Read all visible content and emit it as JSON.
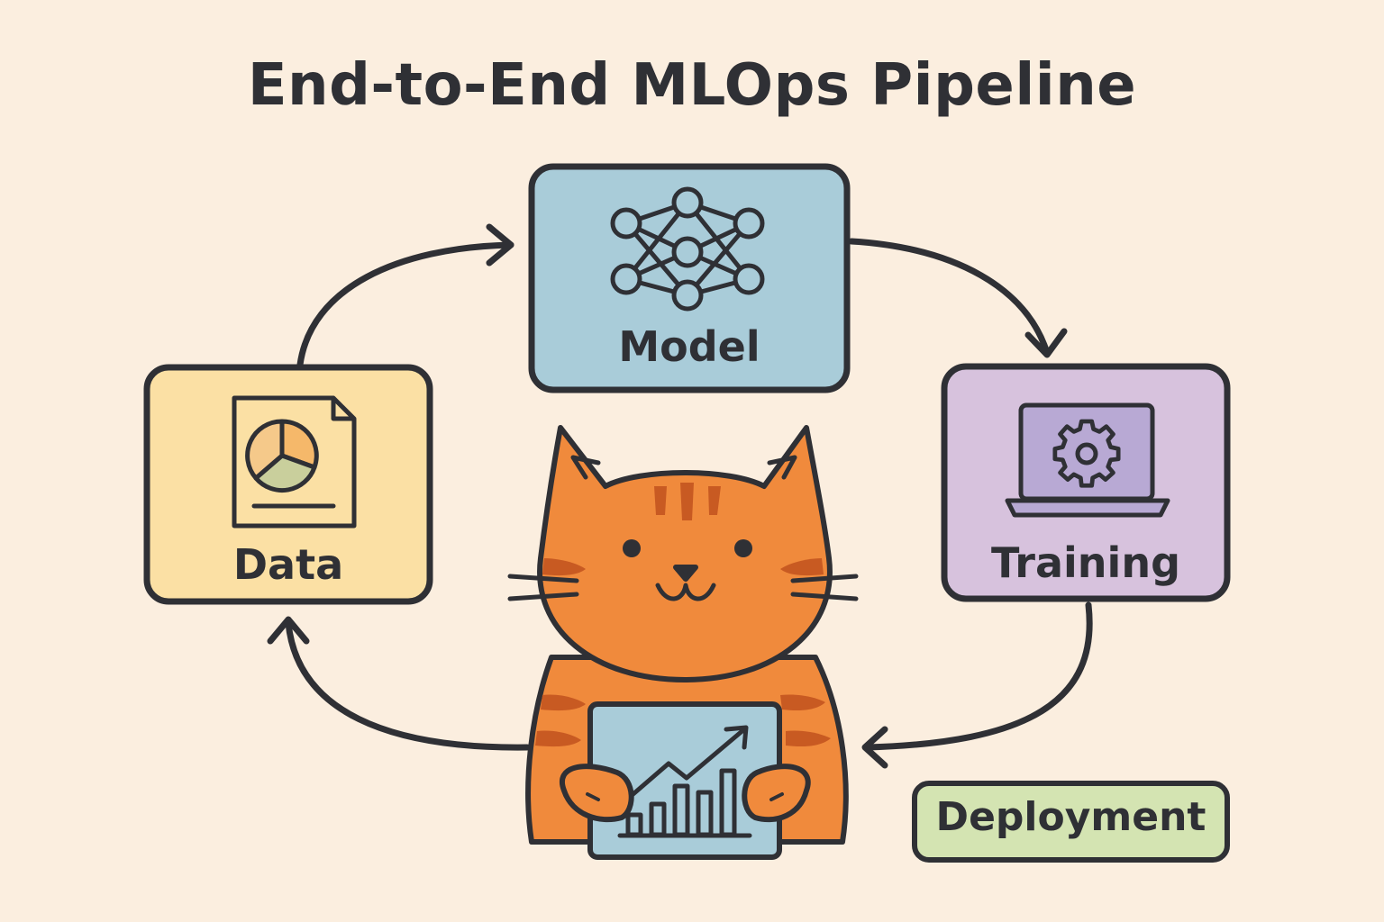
{
  "title": "End-to-End MLOps Pipeline",
  "stages": {
    "model": {
      "label": "Model",
      "color": "#a9ccd9",
      "icon": "neural-network-icon"
    },
    "training": {
      "label": "Training",
      "color": "#d7c2dd",
      "icon": "laptop-gear-icon"
    },
    "data": {
      "label": "Data",
      "color": "#fbe0a4",
      "icon": "pie-chart-document-icon"
    },
    "deployment": {
      "label": "Deployment",
      "color": "#d4e4b2",
      "icon": ""
    }
  },
  "mascot": {
    "name": "cat",
    "color": "#f08a3c",
    "stripe_color": "#c85a22",
    "holding": "growth-chart-icon"
  },
  "colors": {
    "background": "#fbeedf",
    "outline": "#2f3035"
  }
}
